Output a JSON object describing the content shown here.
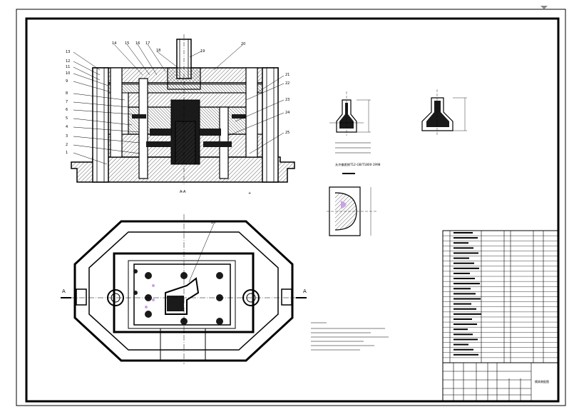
{
  "drawing": {
    "section_label": "A-A",
    "cut_mark_left": "A",
    "cut_mark_right": "A",
    "part_numbers": [
      "1",
      "2",
      "3",
      "4",
      "5",
      "6",
      "7",
      "8",
      "9",
      "10",
      "11",
      "12",
      "13",
      "14",
      "15",
      "16",
      "17",
      "18",
      "19",
      "20",
      "21",
      "22",
      "23",
      "24",
      "25",
      "26"
    ],
    "part_spec_line": "允许偏差按T12-GB/T1800-1998",
    "title_block_name": "模具装配图"
  },
  "colors": {
    "line": "#000000",
    "fill_dark": "#1a1a1a",
    "hatch": "#555555",
    "accent": "#c9a3e6"
  }
}
